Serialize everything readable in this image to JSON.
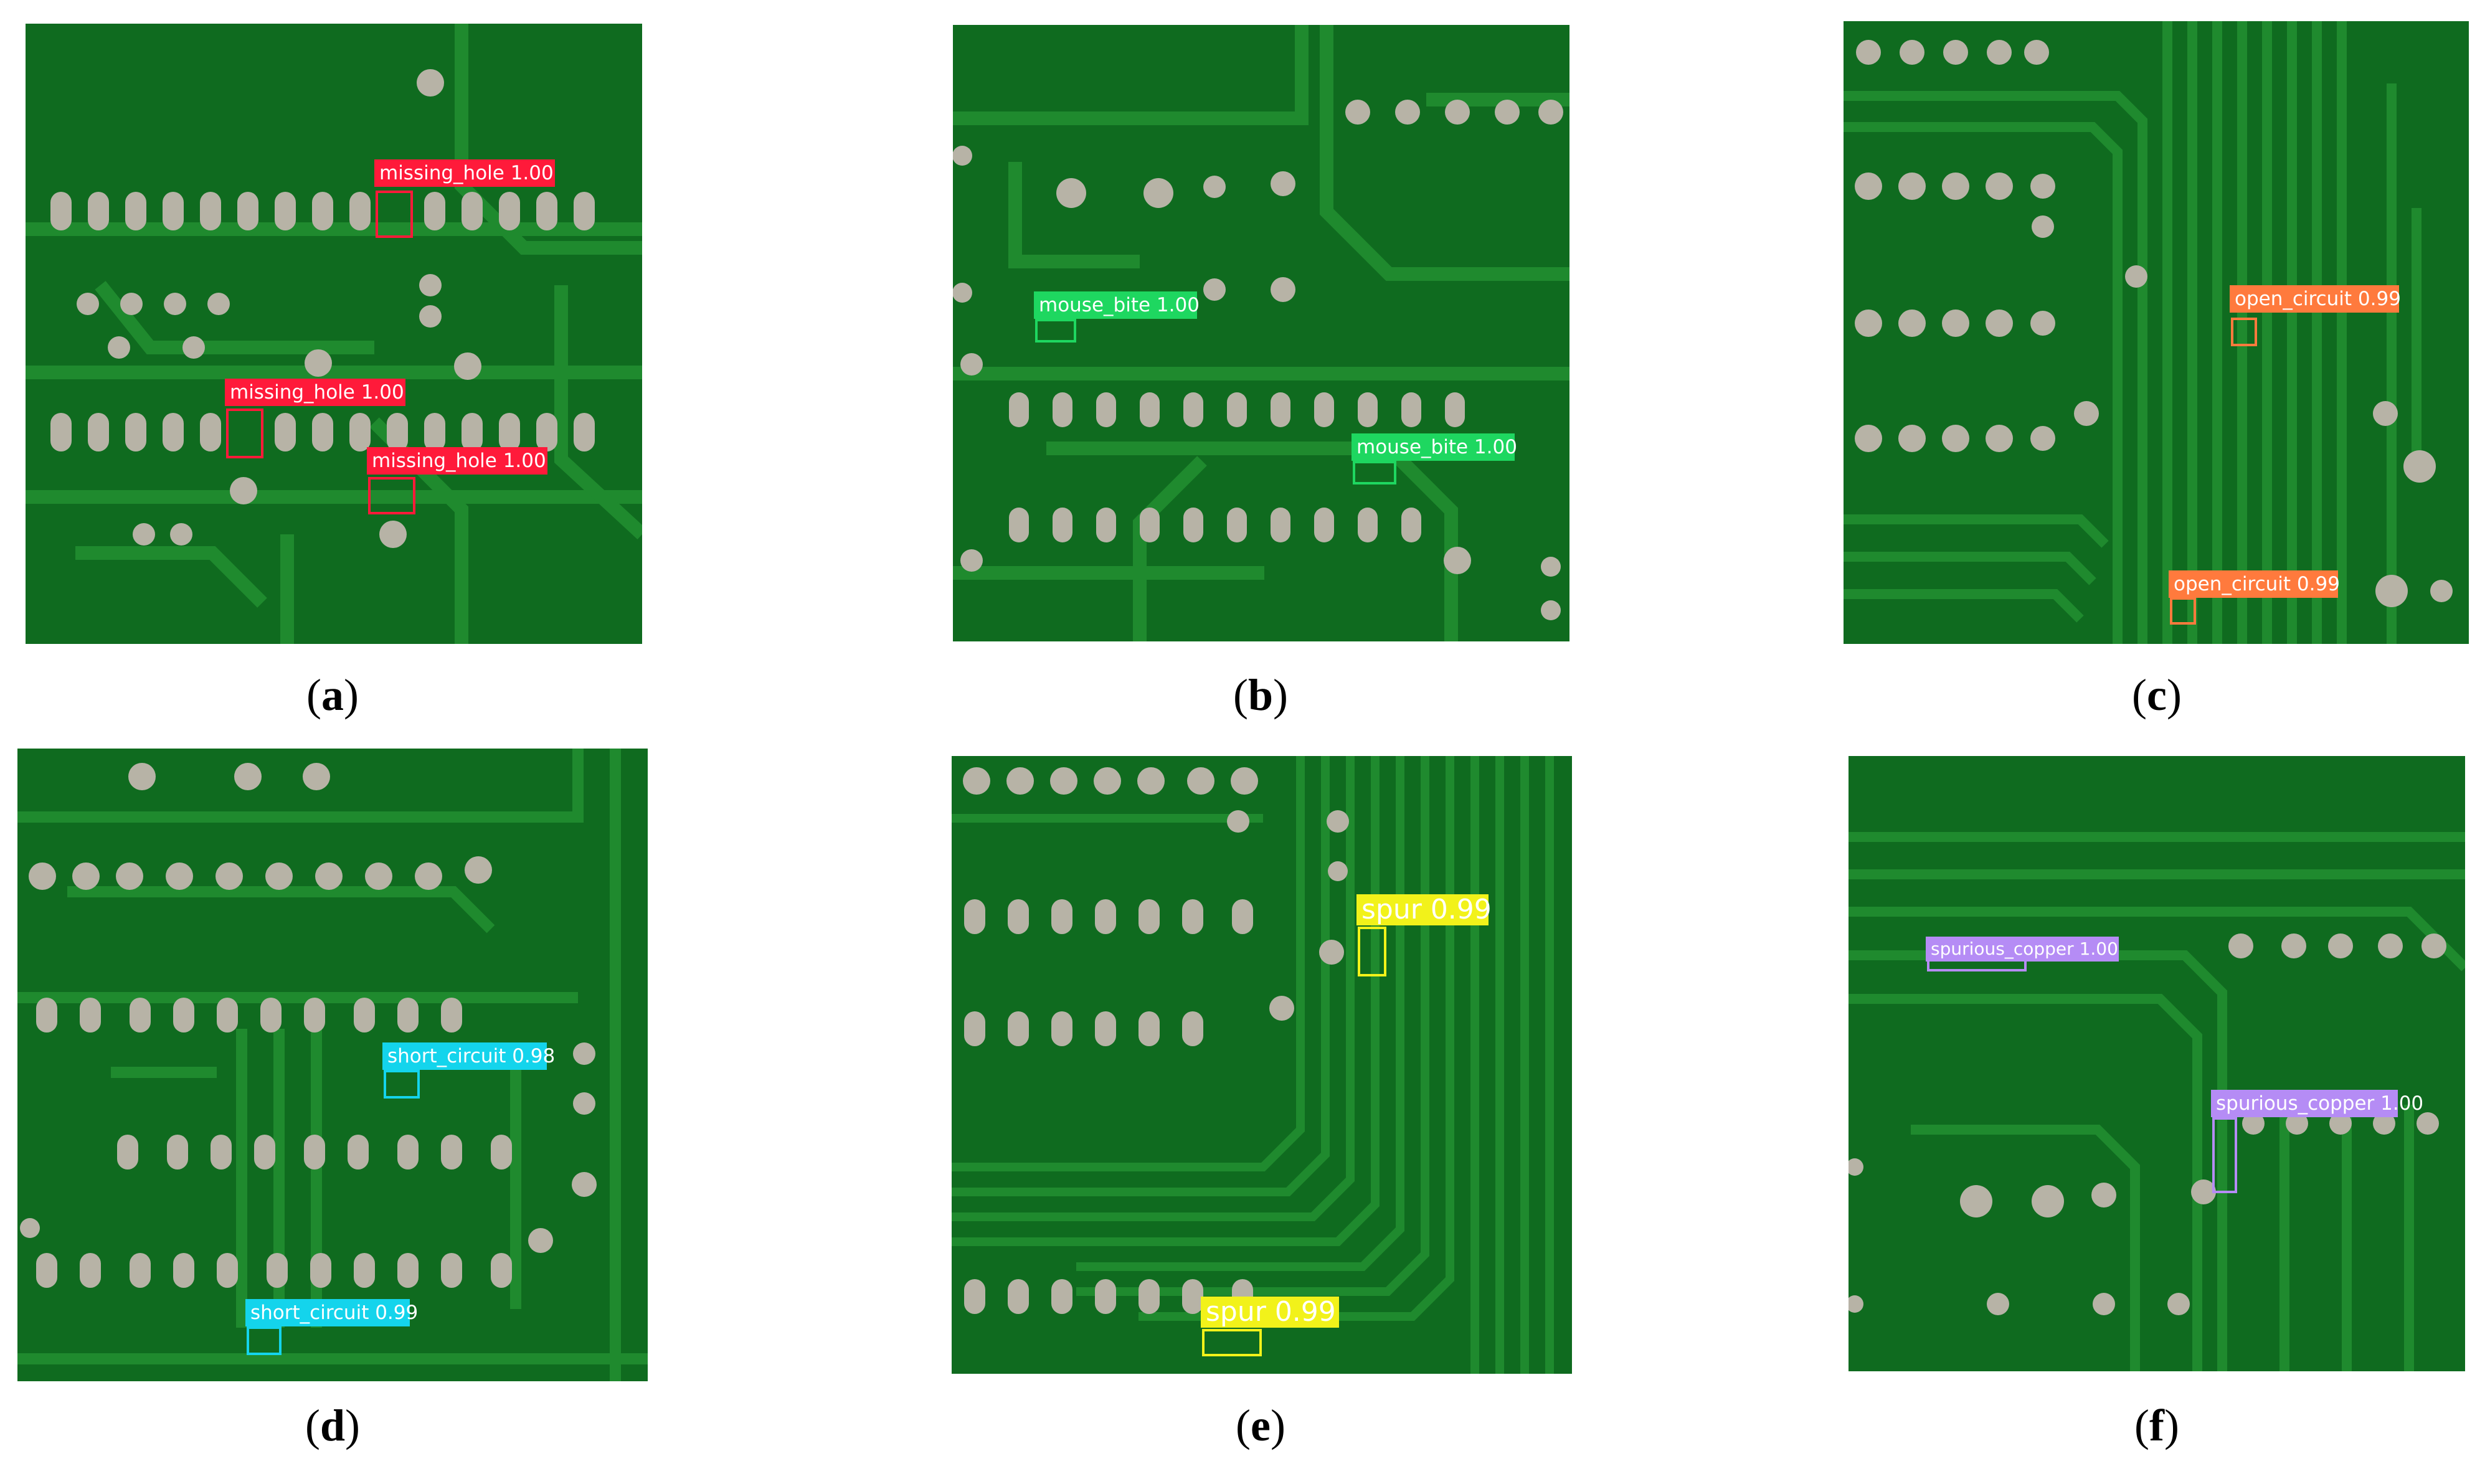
{
  "colors": {
    "board": "#0f6b1f",
    "trace": "#1f8a2e",
    "pad": "#b7b3a6",
    "missing_hole": "#ff1a3a",
    "mouse_bite": "#1ed760",
    "open_circuit": "#ff7a3d",
    "short_circuit": "#14d4ec",
    "spur": "#f2f21a",
    "spurious_copper": "#b58cf5"
  },
  "panels": [
    {
      "caption": "a",
      "detections": [
        {
          "label": "missing_hole 1.00",
          "class": "missing_hole"
        },
        {
          "label": "missing_hole 1.00",
          "class": "missing_hole"
        },
        {
          "label": "missing_hole 1.00",
          "class": "missing_hole"
        }
      ]
    },
    {
      "caption": "b",
      "detections": [
        {
          "label": "mouse_bite 1.00",
          "class": "mouse_bite"
        },
        {
          "label": "mouse_bite 1.00",
          "class": "mouse_bite"
        }
      ]
    },
    {
      "caption": "c",
      "detections": [
        {
          "label": "open_circuit 0.99",
          "class": "open_circuit"
        },
        {
          "label": "open_circuit 0.99",
          "class": "open_circuit"
        }
      ]
    },
    {
      "caption": "d",
      "detections": [
        {
          "label": "short_circuit 0.98",
          "class": "short_circuit"
        },
        {
          "label": "short_circuit 0.99",
          "class": "short_circuit"
        }
      ]
    },
    {
      "caption": "e",
      "detections": [
        {
          "label": "spur 0.99",
          "class": "spur"
        },
        {
          "label": "spur 0.99",
          "class": "spur"
        }
      ]
    },
    {
      "caption": "f",
      "detections": [
        {
          "label": "spurious_copper 1.00",
          "class": "spurious_copper"
        },
        {
          "label": "spurious_copper 1.00",
          "class": "spurious_copper"
        }
      ]
    }
  ]
}
